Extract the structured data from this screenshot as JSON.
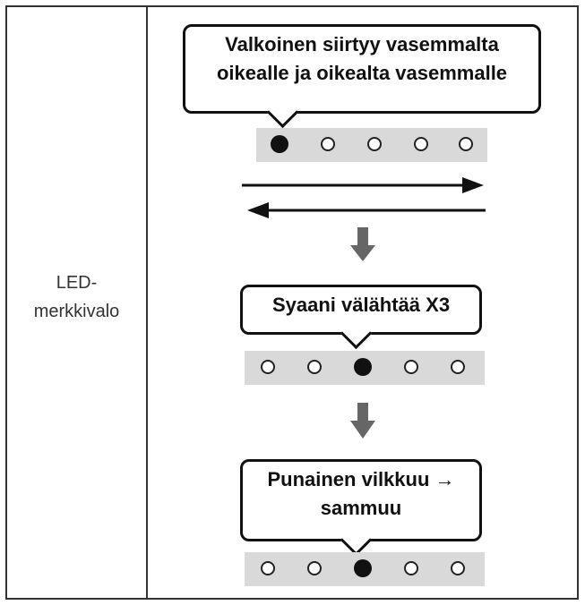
{
  "left_label": [
    "LED-",
    "merkkivalo"
  ],
  "steps": [
    {
      "text_lines": [
        "Valkoinen siirtyy vasemmalta",
        "oikealle ja oikealta vasemmalle"
      ],
      "active_led": 1,
      "led_count": 5
    },
    {
      "text_lines": [
        "Syaani välähtää X3"
      ],
      "active_led": 3,
      "led_count": 5
    },
    {
      "text_lines": [
        "Punainen vilkkuu →",
        "sammuu"
      ],
      "active_led": 3,
      "led_count": 5
    }
  ],
  "colors": {
    "border": "#333333",
    "strip": "#d9d9d9",
    "arrow": "#666666"
  }
}
